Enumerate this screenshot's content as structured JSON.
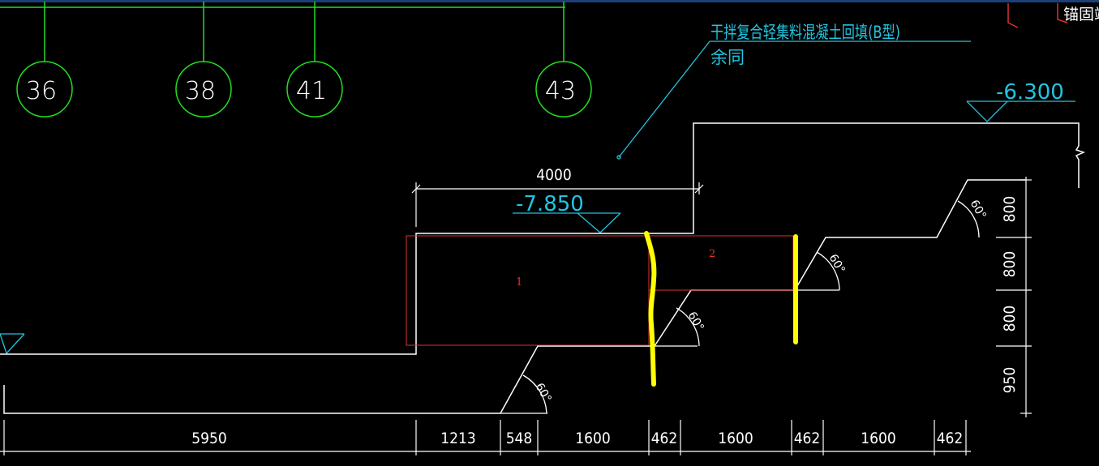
{
  "grid_axes": [
    "36",
    "38",
    "41",
    "43"
  ],
  "annotation": {
    "line1": "干拌复合轻集料混凝土回填(B型)",
    "line2": "余同"
  },
  "corner_text": "锚固端",
  "elevations": {
    "lower": "-7.850",
    "upper": "-6.300"
  },
  "top_dimension": "4000",
  "bottom_dimensions": [
    "5950",
    "1213",
    "548",
    "1600",
    "462",
    "1600",
    "462",
    "1600",
    "462"
  ],
  "right_dimensions": [
    "800",
    "800",
    "800",
    "950"
  ],
  "angle_label": "60°",
  "regions": [
    "1",
    "2"
  ],
  "colors": {
    "background": "#000000",
    "structure_line": "#ffffff",
    "grid_line": "#22dd22",
    "annotation": "#22c4e0",
    "region_box": "#e03030",
    "highlight": "#ffff00"
  }
}
